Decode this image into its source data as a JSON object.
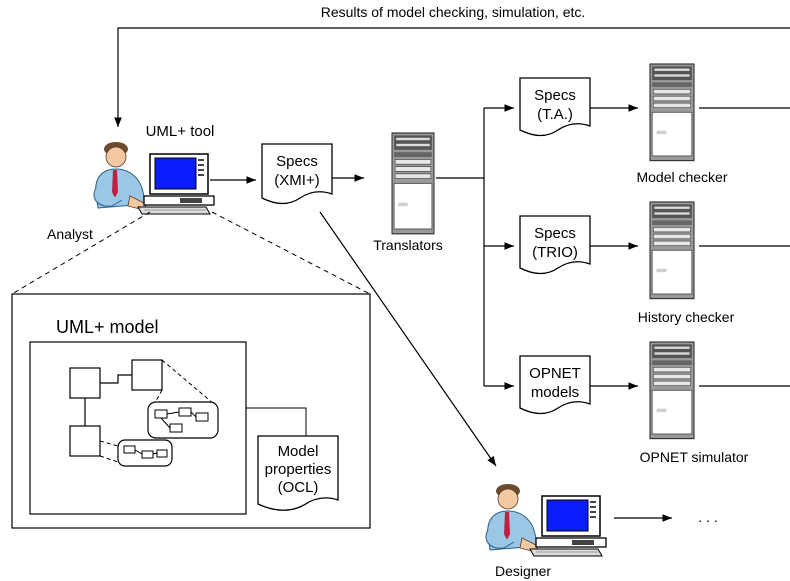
{
  "feedback": {
    "label": "Results of model checking, simulation, etc."
  },
  "analyst": {
    "tool_label": "UML+  tool",
    "person_label": "Analyst"
  },
  "designer": {
    "person_label": "Designer",
    "continuation": ". . ."
  },
  "docs": {
    "xmi": [
      "Specs",
      "(XMI+)"
    ],
    "ta": [
      "Specs",
      "(T.A.)"
    ],
    "trio": [
      "Specs",
      "(TRIO)"
    ],
    "opnet": [
      "OPNET",
      "models"
    ],
    "props": [
      "Model",
      "properties",
      "(OCL)"
    ]
  },
  "servers": {
    "translators": "Translators",
    "model_checker": "Model checker",
    "history_checker": "History checker",
    "opnet_simulator": "OPNET simulator"
  },
  "detail": {
    "model_title": "UML+ model"
  },
  "colors": {
    "screen": "#0b1cff",
    "server_body": "#9a9a9a",
    "line": "#000000"
  }
}
